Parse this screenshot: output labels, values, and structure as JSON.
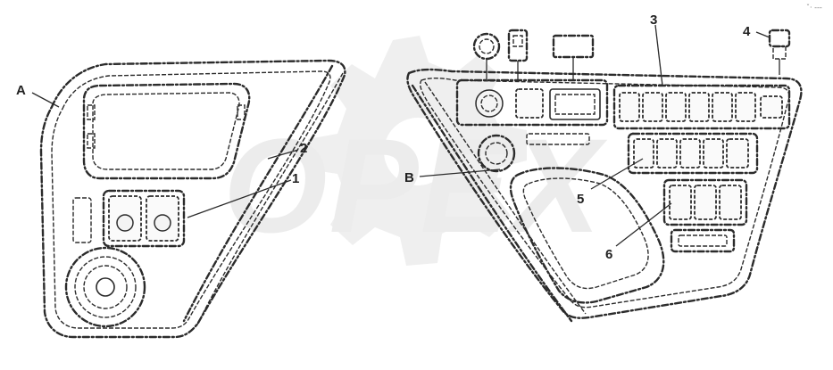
{
  "corner_mark": "ˇ· ---",
  "watermark": {
    "text": "OPEX"
  },
  "callouts": [
    {
      "id": "A",
      "text": "A"
    },
    {
      "id": "B",
      "text": "B"
    },
    {
      "id": "1",
      "text": "1"
    },
    {
      "id": "2",
      "text": "2"
    },
    {
      "id": "3",
      "text": "3"
    },
    {
      "id": "4",
      "text": "4"
    },
    {
      "id": "5",
      "text": "5"
    },
    {
      "id": "6",
      "text": "6"
    }
  ]
}
